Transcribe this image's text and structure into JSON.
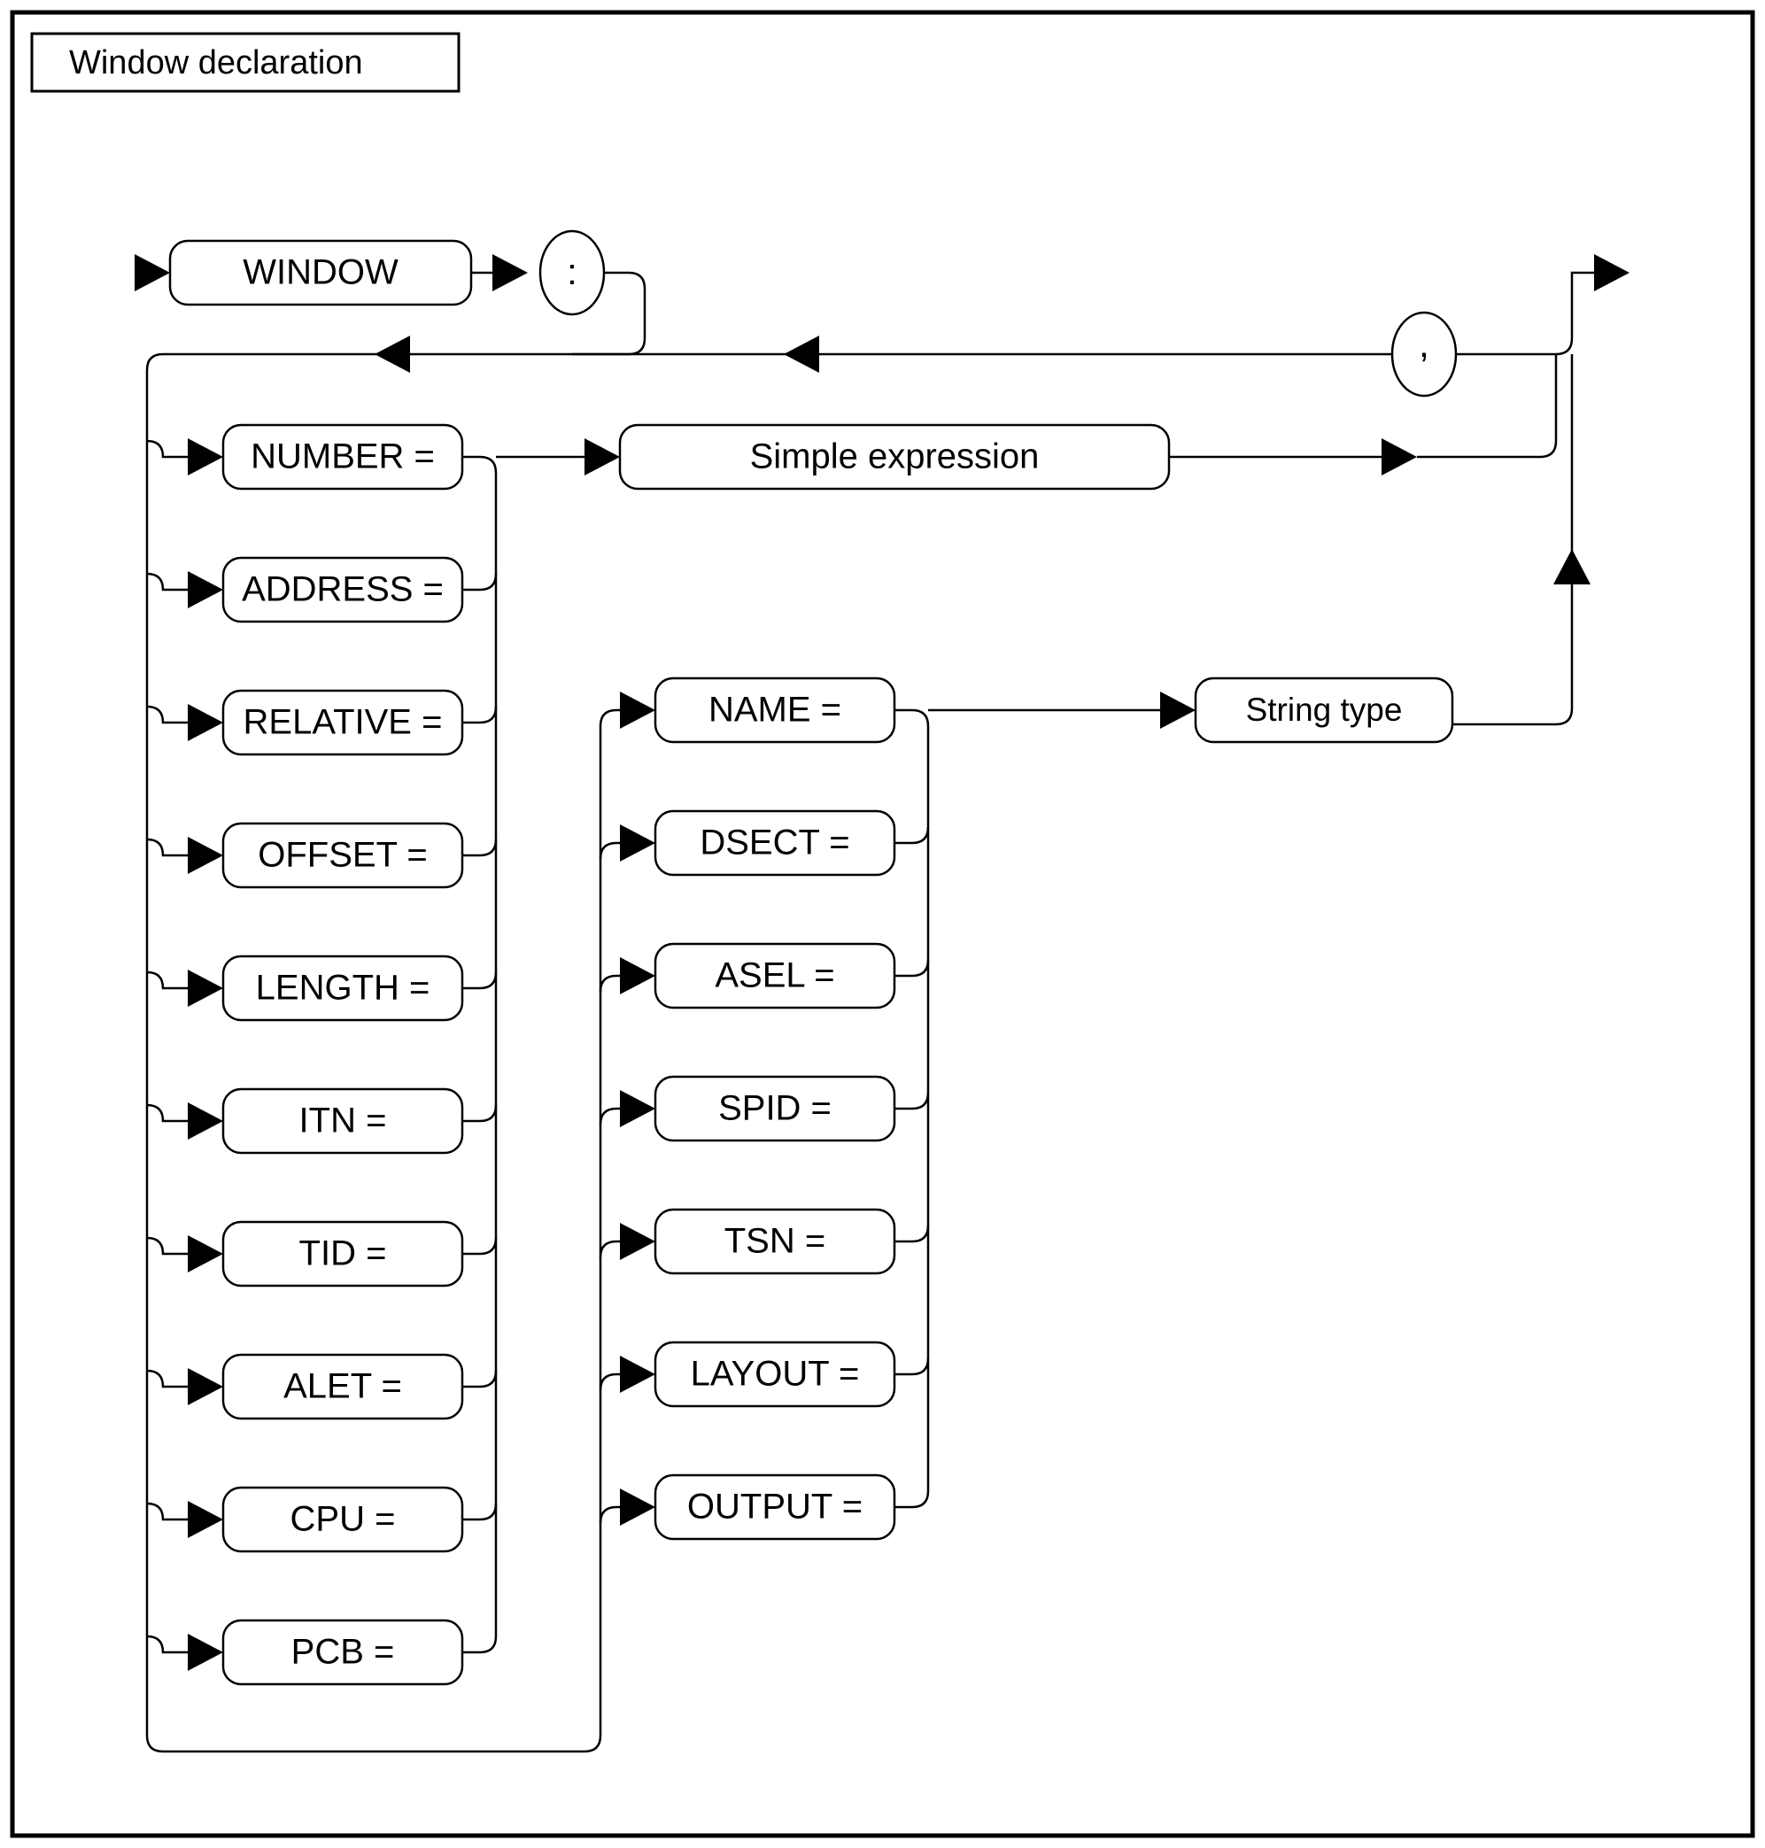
{
  "diagram": {
    "title": "Window declaration",
    "type": "railroad-syntax-diagram",
    "start_keyword": "WINDOW",
    "separator_after_keyword": ":",
    "list_separator": ",",
    "colors": {
      "stroke": "#000000",
      "fill": "#ffffff",
      "background": "#ffffff"
    },
    "column_left_label": "expression-keyword-column",
    "column_middle_label": "string-keyword-column",
    "nonterminals": {
      "simple_expression": "Simple expression",
      "string_type": "String type"
    },
    "left_branch_items": [
      {
        "label": "NUMBER ="
      },
      {
        "label": "ADDRESS ="
      },
      {
        "label": "RELATIVE ="
      },
      {
        "label": "OFFSET ="
      },
      {
        "label": "LENGTH ="
      },
      {
        "label": "ITN ="
      },
      {
        "label": "TID ="
      },
      {
        "label": "ALET ="
      },
      {
        "label": "CPU ="
      },
      {
        "label": "PCB ="
      }
    ],
    "middle_branch_items": [
      {
        "label": "NAME ="
      },
      {
        "label": "DSECT ="
      },
      {
        "label": "ASEL ="
      },
      {
        "label": "SPID ="
      },
      {
        "label": "TSN ="
      },
      {
        "label": "LAYOUT ="
      },
      {
        "label": "OUTPUT ="
      }
    ]
  }
}
